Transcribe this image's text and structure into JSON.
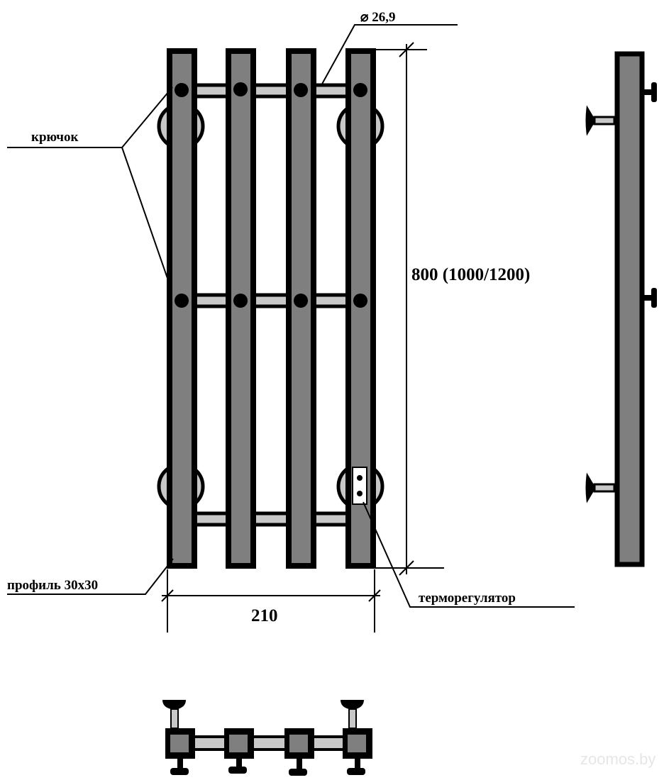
{
  "labels": {
    "hook": "крючок",
    "diameter": "⌀ 26,9",
    "height": "800 (1000/1200)",
    "profile": "профиль 30х30",
    "width": "210",
    "thermostat": "терморегулятор"
  },
  "watermark": "zoomos.by",
  "colors": {
    "bar": "#7f7f7f",
    "tube": "#c8c8c8",
    "line": "#000000"
  }
}
